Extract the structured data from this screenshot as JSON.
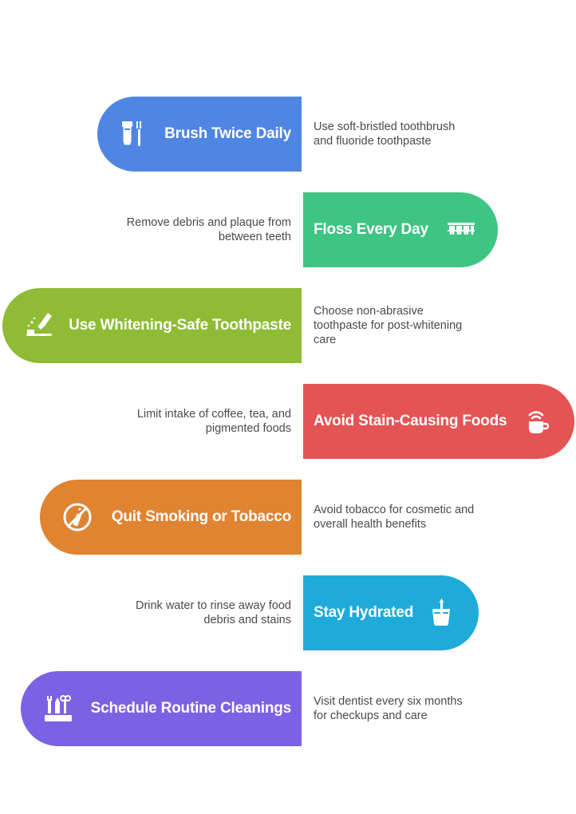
{
  "steps": [
    {
      "title": "Brush Twice Daily",
      "icon": "toothbrush-toothpaste-icon",
      "color": "#4f86e3",
      "desc_lines": [
        "Use soft-bristled toothbrush",
        "and fluoride toothpaste"
      ]
    },
    {
      "title": "Floss Every Day",
      "icon": "teeth-floss-icon",
      "color": "#3ec483",
      "desc_lines": [
        "Remove debris and plaque from",
        "between teeth"
      ]
    },
    {
      "title": "Use Whitening-Safe Toothpaste",
      "icon": "toothpaste-tube-icon",
      "color": "#8fbc34",
      "desc_lines": [
        "Choose non-abrasive",
        "toothpaste for post-whitening",
        "care"
      ]
    },
    {
      "title": "Avoid Stain-Causing Foods",
      "icon": "coffee-cup-icon",
      "color": "#e45454",
      "desc_lines": [
        "Limit intake of coffee, tea, and",
        "pigmented foods"
      ]
    },
    {
      "title": "Quit Smoking or Tobacco",
      "icon": "no-smoking-icon",
      "color": "#e08432",
      "desc_lines": [
        "Avoid tobacco for cosmetic and",
        "overall health benefits"
      ]
    },
    {
      "title": "Stay Hydrated",
      "icon": "water-glass-icon",
      "color": "#1fabd9",
      "desc_lines": [
        "Drink water to rinse away food",
        "debris and stains"
      ]
    },
    {
      "title": "Schedule Routine Cleanings",
      "icon": "dental-tools-icon",
      "color": "#7b62e4",
      "desc_lines": [
        "Visit dentist every six months",
        "for checkups and care"
      ]
    }
  ]
}
